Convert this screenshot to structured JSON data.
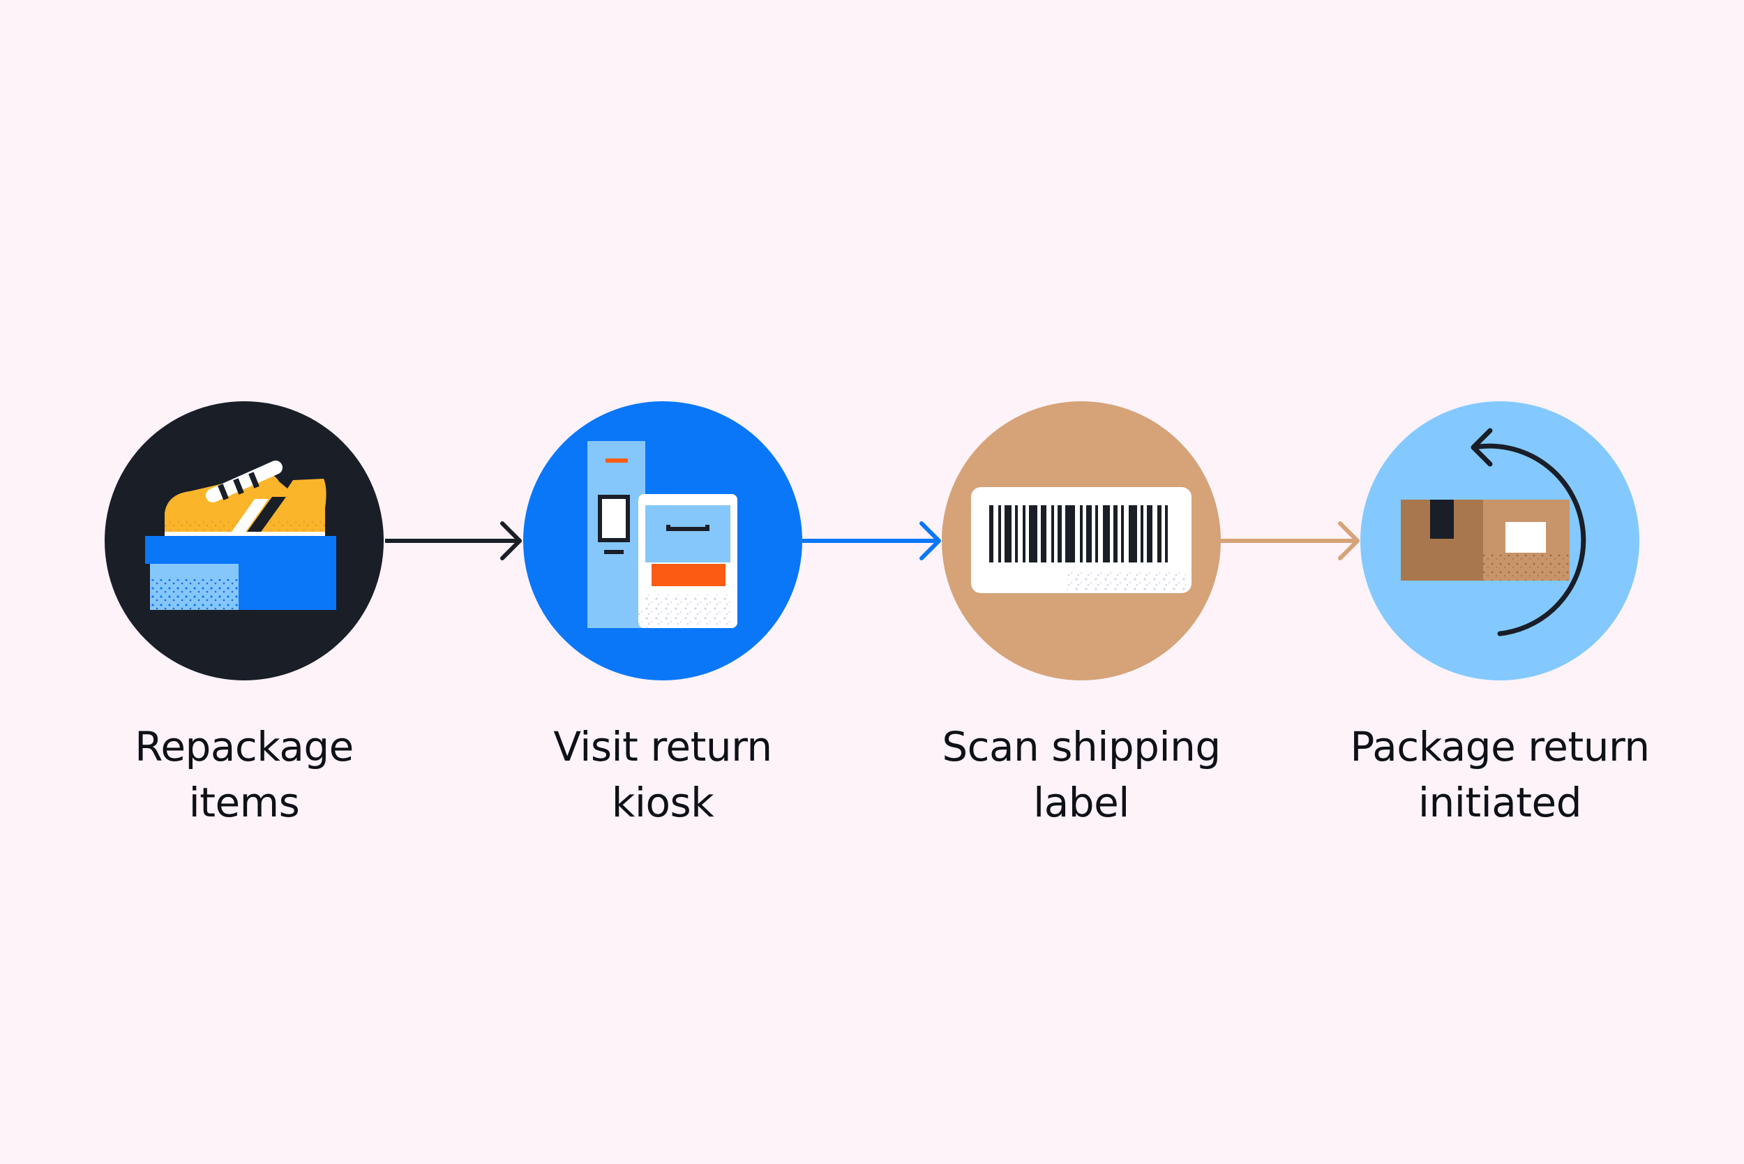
{
  "colors": {
    "background": "#fdf3f9",
    "dark": "#191e27",
    "blue": "#0a77f9",
    "tan": "#d5a377",
    "light_blue": "#83c9ff",
    "orange": "#fb5b12",
    "yellow": "#fbb52a",
    "cardboard_dark": "#a8774e",
    "cardboard_light": "#c8946a",
    "pale_blue": "#86c7fb"
  },
  "steps": [
    {
      "icon": "shoe-box-icon",
      "label_lines": [
        "Repackage",
        "items"
      ]
    },
    {
      "icon": "return-kiosk-icon",
      "label_lines": [
        "Visit return",
        "kiosk"
      ]
    },
    {
      "icon": "barcode-label-icon",
      "label_lines": [
        "Scan shipping",
        "label"
      ]
    },
    {
      "icon": "package-return-icon",
      "label_lines": [
        "Package return",
        "initiated"
      ]
    }
  ],
  "connectors": [
    {
      "color": "#191e27"
    },
    {
      "color": "#0a77f9"
    },
    {
      "color": "#d5a377"
    }
  ]
}
